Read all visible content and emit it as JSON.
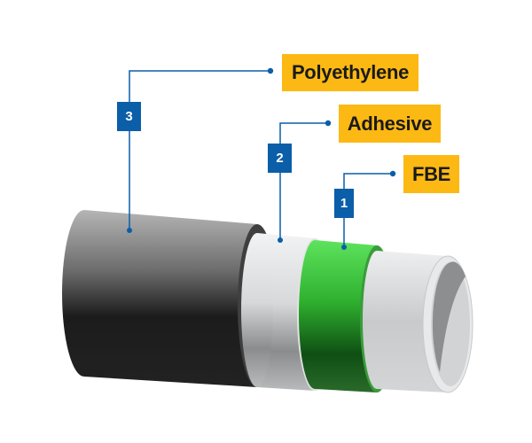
{
  "layers": [
    {
      "number": "1",
      "name": "FBE",
      "color": "#3cc13c"
    },
    {
      "number": "2",
      "name": "Adhesive",
      "color": "#e6e8ea"
    },
    {
      "number": "3",
      "name": "Polyethylene",
      "color": "#1b1b1b"
    }
  ],
  "colors": {
    "label_bg": "#fdb913",
    "badge_bg": "#0b5ea8",
    "leader_line": "#0b5ea8"
  }
}
